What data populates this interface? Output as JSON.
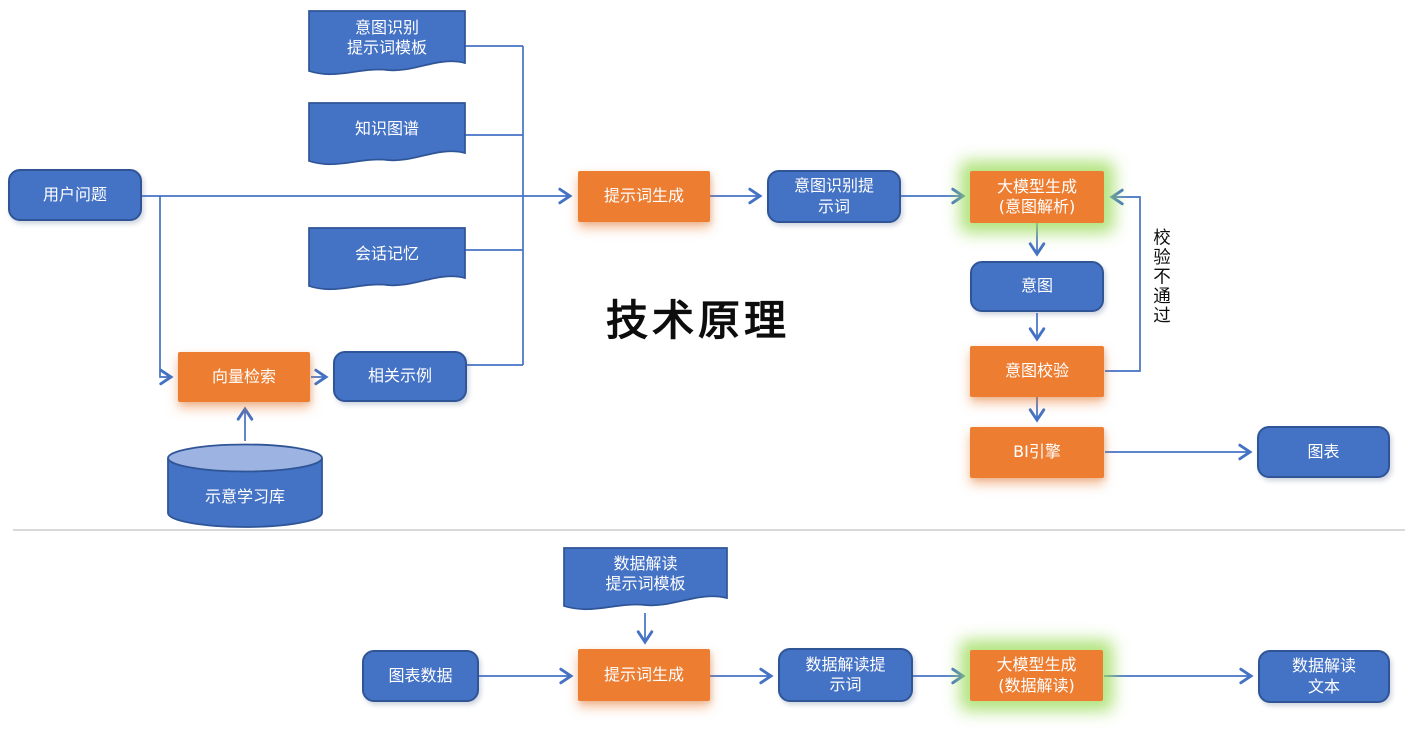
{
  "title": "技术原理",
  "labels": {
    "validation_fail": "校验不通过"
  },
  "colors": {
    "node_blue": "#4472C4",
    "node_blue_border": "#2F5597",
    "node_orange": "#ED7D31",
    "green_glow": "#92D050",
    "connector": "#4472C4",
    "divider": "#D9D9D9",
    "cylinder_top": "#9DB4E2"
  },
  "nodes": {
    "doc_intent_prompt_template": "意图识别\n提示词模板",
    "doc_knowledge_graph": "知识图谱",
    "doc_session_memory": "会话记忆",
    "user_question": "用户问题",
    "vector_search": "向量检索",
    "related_examples": "相关示例",
    "example_learning_db": "示意学习库",
    "prompt_generation": "提示词生成",
    "intent_recognition_prompt": "意图识别提\n示词",
    "llm_generation_intent": "大模型生成\n(意图解析)",
    "intent": "意图",
    "intent_validation": "意图校验",
    "bi_engine": "BI引擎",
    "chart": "图表",
    "doc_data_interpretation_template": "数据解读\n提示词模板",
    "chart_data": "图表数据",
    "prompt_generation_2": "提示词生成",
    "data_interpretation_prompt": "数据解读提\n示词",
    "llm_generation_interpretation": "大模型生成\n(数据解读)",
    "data_interpretation_text": "数据解读\n文本"
  }
}
